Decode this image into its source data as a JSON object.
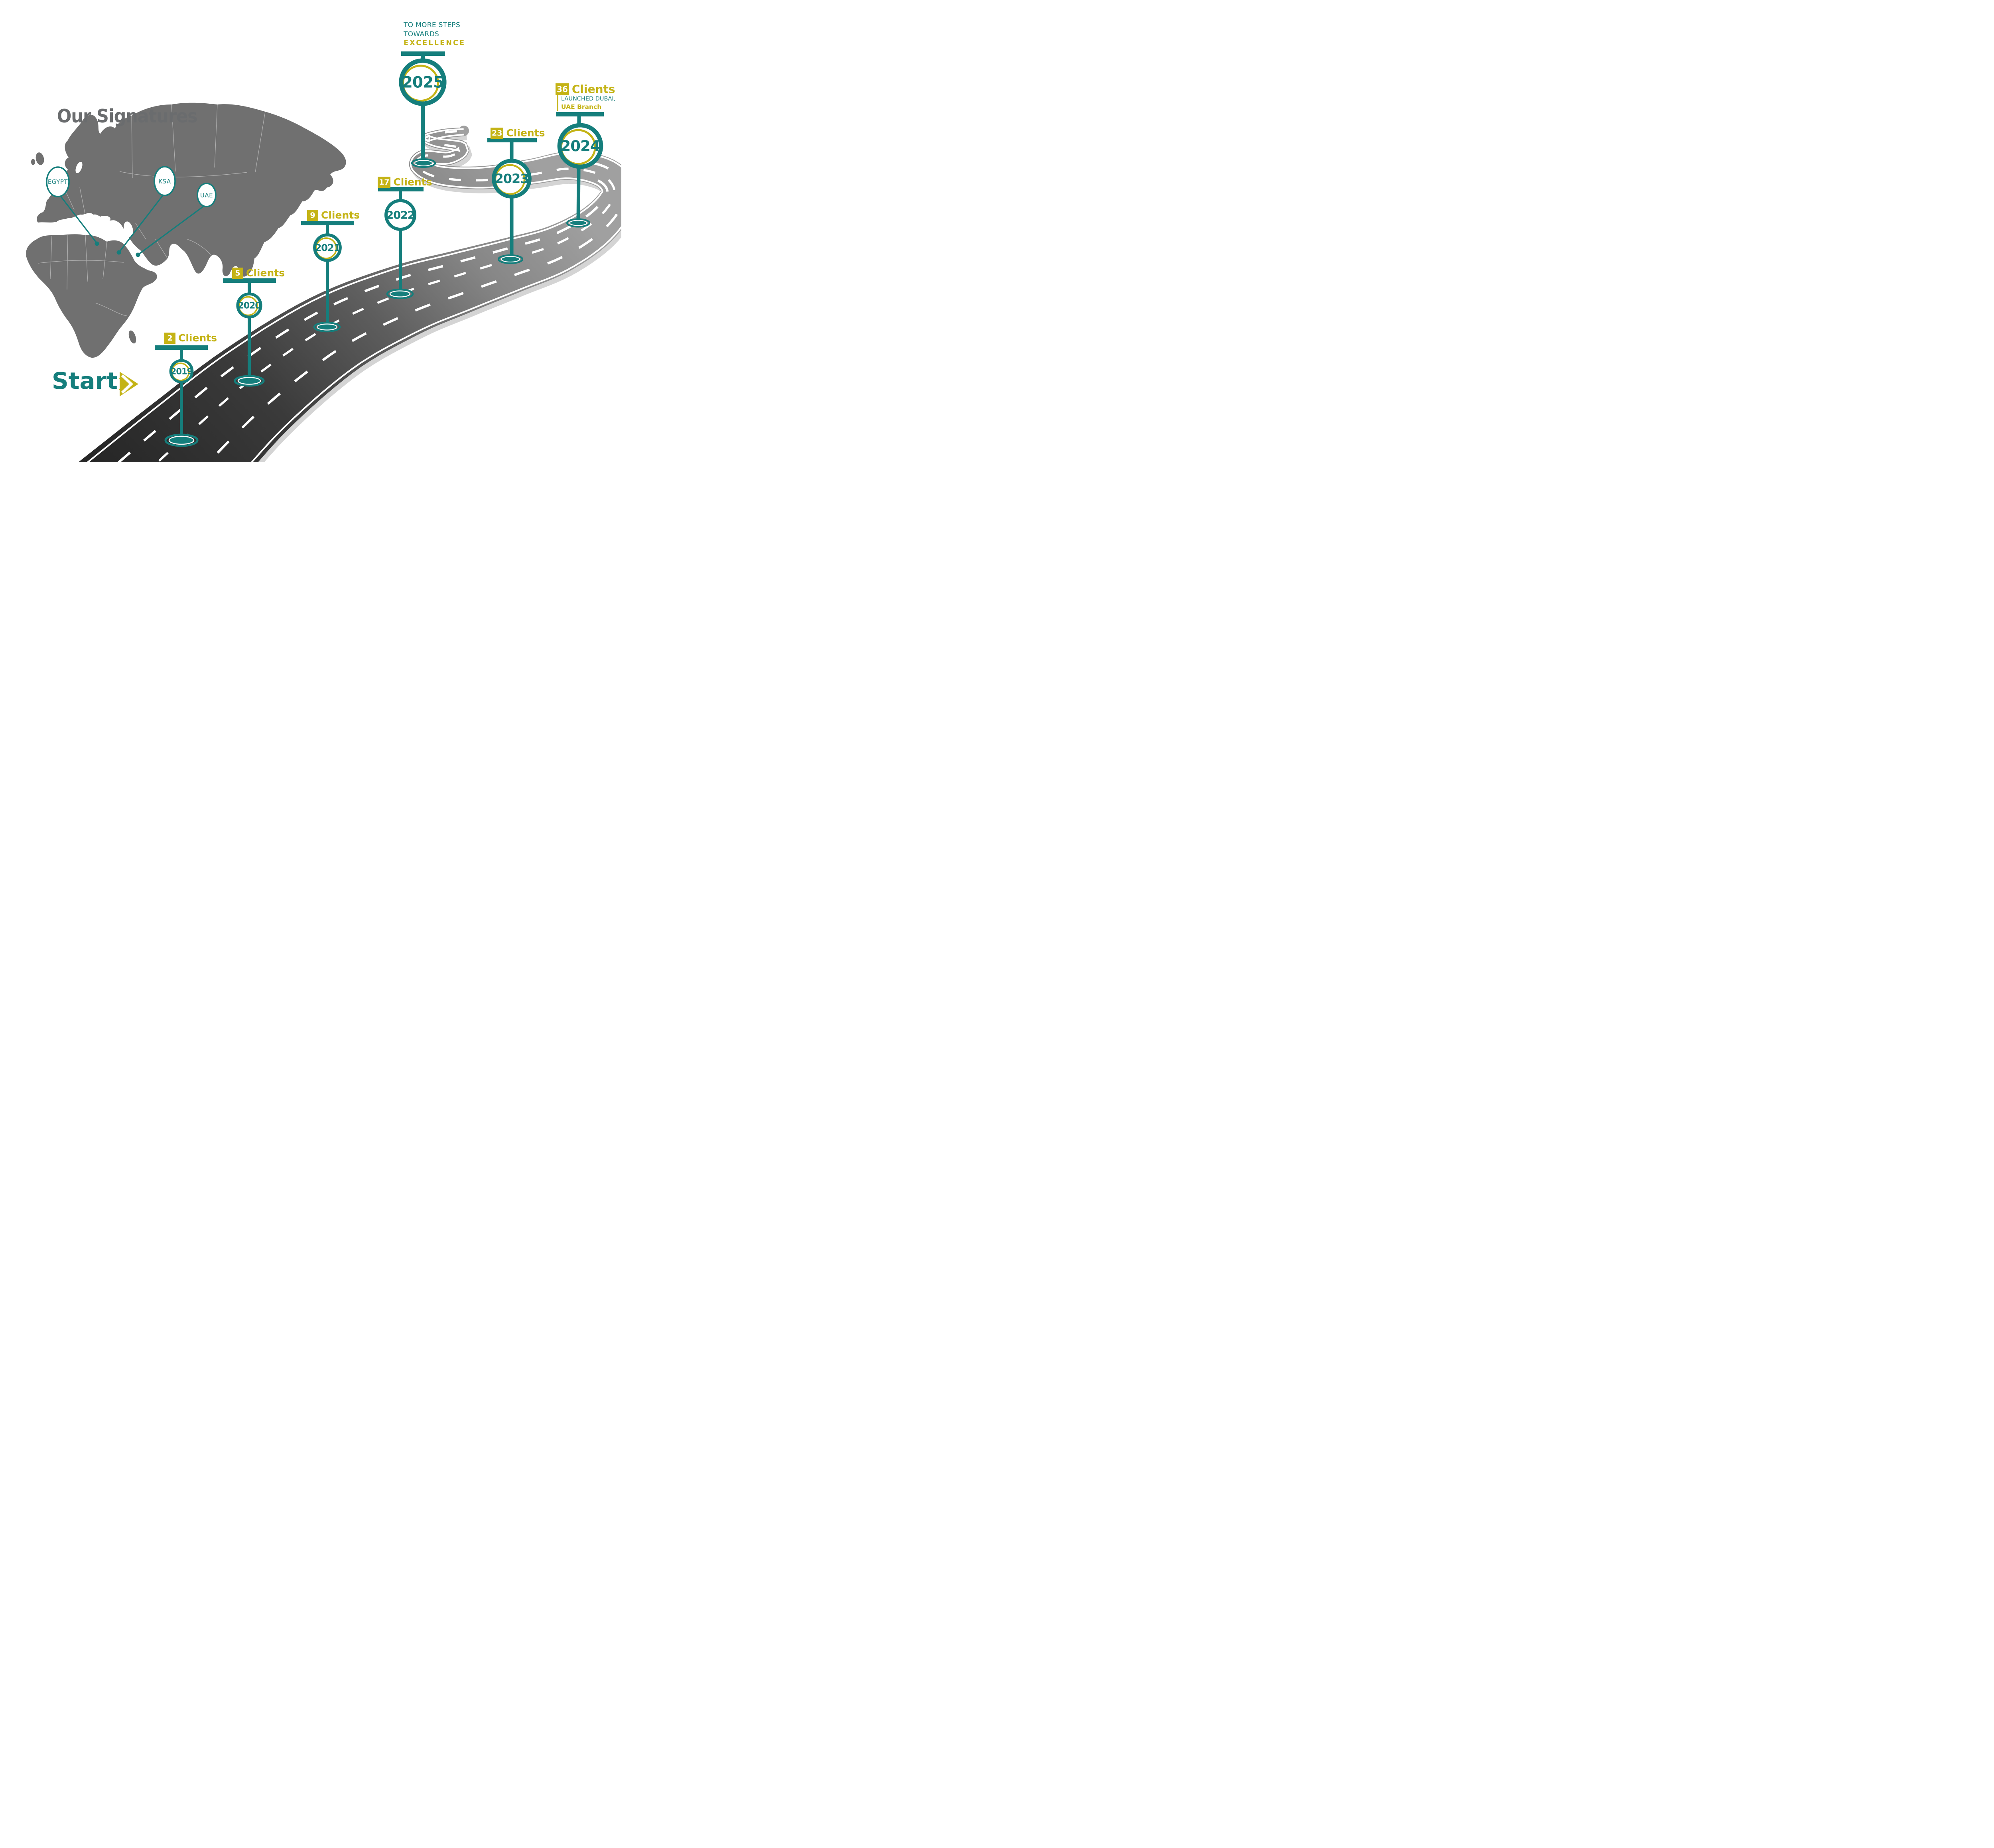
{
  "header": {
    "title": "Our Signatures"
  },
  "start": {
    "label": "Start"
  },
  "map": {
    "pins": [
      {
        "label": "EGYPT"
      },
      {
        "label": "KSA"
      },
      {
        "label": "UAE"
      }
    ]
  },
  "milestones": [
    {
      "year": "2019",
      "clients": "2",
      "clients_label": "Clients"
    },
    {
      "year": "2020",
      "clients": "5",
      "clients_label": "Clients"
    },
    {
      "year": "2021",
      "clients": "9",
      "clients_label": "Clients"
    },
    {
      "year": "2022",
      "clients": "17",
      "clients_label": "Clients"
    },
    {
      "year": "2023",
      "clients": "23",
      "clients_label": "Clients"
    },
    {
      "year": "2024",
      "clients": "36",
      "clients_label": "Clients",
      "note_line1": "LAUNCHED DUBAI,",
      "note_line2": "UAE Branch"
    },
    {
      "year": "2025",
      "message_line1": "TO MORE STEPS",
      "message_line2": "TOWARDS",
      "message_line3": "EXCELLENCE"
    }
  ],
  "colors": {
    "teal": "#157E7C",
    "yellow": "#C4B315",
    "title_gray": "#6A6C6E",
    "map_gray": "#707070",
    "road_dark": "#242424",
    "road_light": "#A0A0A0",
    "white": "#FFFFFF"
  }
}
